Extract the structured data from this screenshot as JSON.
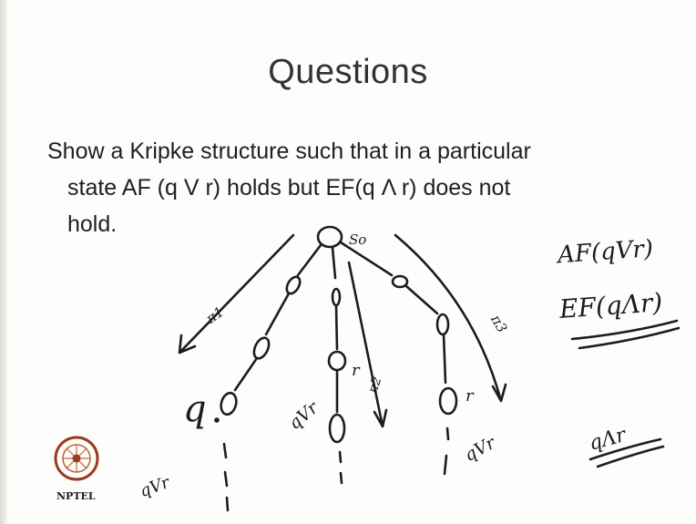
{
  "slide": {
    "title": "Questions",
    "question_lines": [
      "Show a Kripke structure such that in a particular",
      "state AF (q V r) holds but EF(q Λ r) does not",
      "hold."
    ]
  },
  "handwriting": {
    "root_state": "So",
    "path_1": "π1",
    "path_2": "π2",
    "path_3": "π3",
    "left_leaf_label": "q",
    "middle_node_label": "r",
    "right_leaf_label": "r",
    "mid_annotation": "qVr",
    "left_bottom_annotation": "qVr",
    "right_bottom_annotation": "qVr",
    "formula_af": "AF(qVr)",
    "formula_ef": "EF(qΛr)",
    "formula_q_and_r": "qΛr"
  },
  "logo": {
    "text": "NPTEL",
    "color": "#9b3a1e"
  }
}
